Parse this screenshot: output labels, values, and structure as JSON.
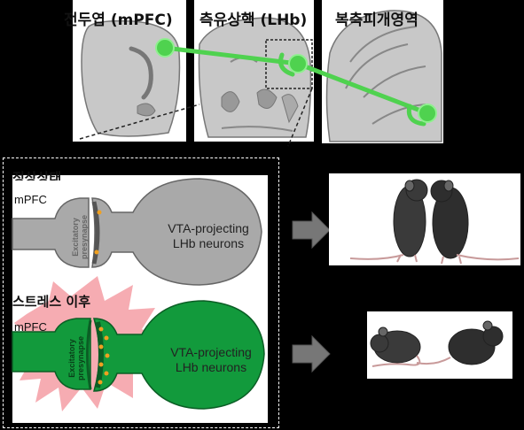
{
  "top_labels": {
    "pfc": "전두엽 (mPFC)",
    "lhb": "측유상핵 (LHb)",
    "vta": "복측피개영역"
  },
  "panel_title_top": "정상상태",
  "panel_title_bottom": "스트레스 이후",
  "mpfc_label": "mPFC",
  "synapse_label_line1": "Excitatory",
  "synapse_label_line2": "presynapse",
  "neuron_label_line1": "VTA-projecting",
  "neuron_label_line2": "LHb neurons",
  "colors": {
    "pathway_green": "#4fd24f",
    "stressed_green": "#129a3c",
    "normal_gray": "#a9a9a9",
    "stress_burst": "#f5a3aa",
    "vesicle_orange": "#f0a020"
  }
}
